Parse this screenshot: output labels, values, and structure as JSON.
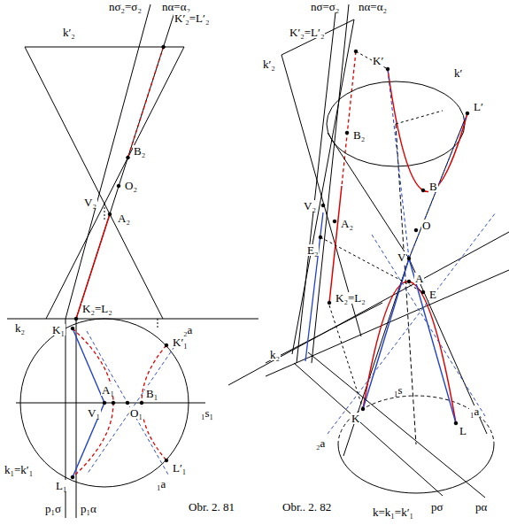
{
  "diagram": {
    "labels": [
      "nσ₂=σ₂",
      "nα=α₂",
      "k′₂",
      "K′₂=L′₂",
      "B₂",
      "O₂",
      "V₂",
      "A₂",
      "k₂",
      "K₂=L₂",
      "K₁",
      "₂a",
      "K′₁",
      "A₁",
      "V₁",
      "O₁",
      "B₁",
      "₁s₁",
      "k₁=k′₁",
      "L₁",
      "L′₁",
      "₁a",
      "p₁σ",
      "p₁α",
      "Obr. 2. 81",
      "nσ=σ₂",
      "nα=α₂",
      "K′₂=L′₂",
      "k′₂",
      "K′",
      "k′",
      "L′",
      "B₂",
      "B",
      "O",
      "V₂",
      "A₂",
      "E₂",
      "V",
      "A",
      "E",
      "K₂=L₂",
      "k₂",
      "K",
      "₁s",
      "₁a",
      "₂a",
      "L",
      "k=k₁=k′₁",
      "pσ",
      "pα",
      "Obr.. 2. 82"
    ]
  }
}
